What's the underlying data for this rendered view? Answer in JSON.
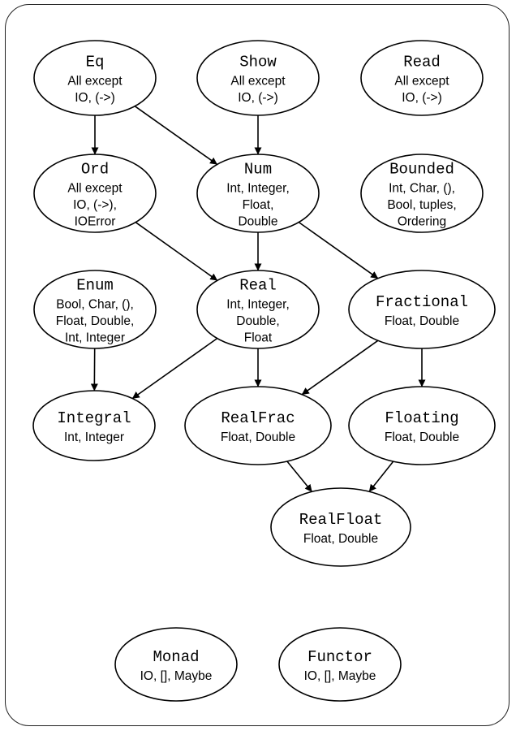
{
  "diagram": {
    "nodes": [
      {
        "id": "eq",
        "name": "Eq",
        "lines": [
          "All except",
          "IO, (->)"
        ]
      },
      {
        "id": "show",
        "name": "Show",
        "lines": [
          "All except",
          "IO, (->)"
        ]
      },
      {
        "id": "read",
        "name": "Read",
        "lines": [
          "All except",
          "IO, (->)"
        ]
      },
      {
        "id": "ord",
        "name": "Ord",
        "lines": [
          "All except",
          "IO, (->),",
          "IOError"
        ]
      },
      {
        "id": "num",
        "name": "Num",
        "lines": [
          "Int, Integer,",
          "Float,",
          "Double"
        ]
      },
      {
        "id": "bounded",
        "name": "Bounded",
        "lines": [
          "Int, Char, (),",
          "Bool, tuples,",
          "Ordering"
        ]
      },
      {
        "id": "enum",
        "name": "Enum",
        "lines": [
          "Bool, Char, (),",
          "Float, Double,",
          "Int, Integer"
        ]
      },
      {
        "id": "real",
        "name": "Real",
        "lines": [
          "Int, Integer,",
          "Double,",
          "Float"
        ]
      },
      {
        "id": "fractional",
        "name": "Fractional",
        "lines": [
          "Float, Double"
        ]
      },
      {
        "id": "integral",
        "name": "Integral",
        "lines": [
          "Int, Integer"
        ]
      },
      {
        "id": "realfrac",
        "name": "RealFrac",
        "lines": [
          "Float, Double"
        ]
      },
      {
        "id": "floating",
        "name": "Floating",
        "lines": [
          "Float, Double"
        ]
      },
      {
        "id": "realfloat",
        "name": "RealFloat",
        "lines": [
          "Float, Double"
        ]
      },
      {
        "id": "monad",
        "name": "Monad",
        "lines": [
          "IO, [], Maybe"
        ]
      },
      {
        "id": "functor",
        "name": "Functor",
        "lines": [
          "IO, [], Maybe"
        ]
      }
    ],
    "edges": [
      {
        "from": "eq",
        "to": "ord"
      },
      {
        "from": "eq",
        "to": "num"
      },
      {
        "from": "show",
        "to": "num"
      },
      {
        "from": "ord",
        "to": "real"
      },
      {
        "from": "num",
        "to": "real"
      },
      {
        "from": "num",
        "to": "fractional"
      },
      {
        "from": "enum",
        "to": "integral"
      },
      {
        "from": "real",
        "to": "integral"
      },
      {
        "from": "real",
        "to": "realfrac"
      },
      {
        "from": "fractional",
        "to": "realfrac"
      },
      {
        "from": "fractional",
        "to": "floating"
      },
      {
        "from": "realfrac",
        "to": "realfloat"
      },
      {
        "from": "floating",
        "to": "realfloat"
      }
    ]
  }
}
